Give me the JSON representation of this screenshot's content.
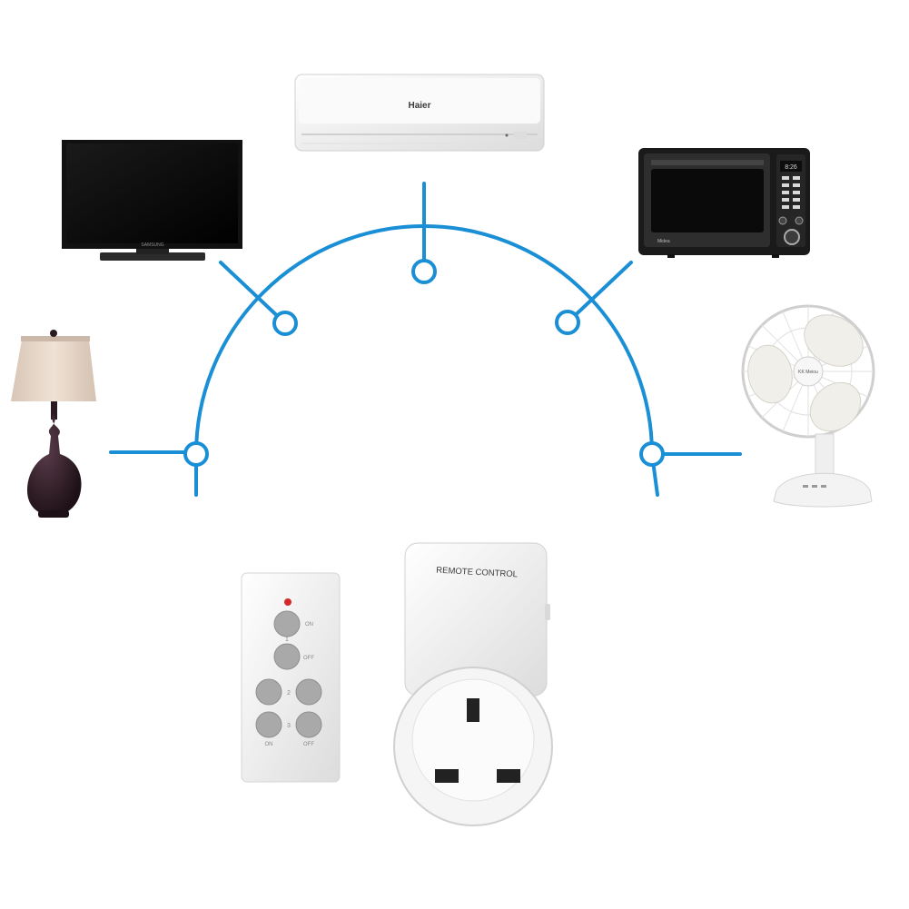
{
  "air_conditioner": {
    "brand": "Haier"
  },
  "tv": {
    "brand": "SAMSUNG"
  },
  "microwave": {
    "brand": "Midea",
    "display": "8:26"
  },
  "fan": {
    "brand": "KK Meiou"
  },
  "remote": {
    "label_on": "ON",
    "label_off": "OFF",
    "channel_1": "1",
    "channel_2": "2",
    "channel_3": "3",
    "label_on_bottom": "ON",
    "label_off_bottom": "OFF"
  },
  "socket": {
    "label": "REMOTE CONTROL"
  },
  "colors": {
    "connector_blue": "#1a8fd6",
    "lamp_shade": "#e3d5c8",
    "lamp_base": "#2b1a22",
    "device_white": "#f2f2f2",
    "button_grey": "#a9a9a9"
  },
  "icons": [
    "table-lamp-icon",
    "television-icon",
    "air-conditioner-icon",
    "microwave-icon",
    "desk-fan-icon",
    "remote-control-icon",
    "wall-socket-icon"
  ]
}
